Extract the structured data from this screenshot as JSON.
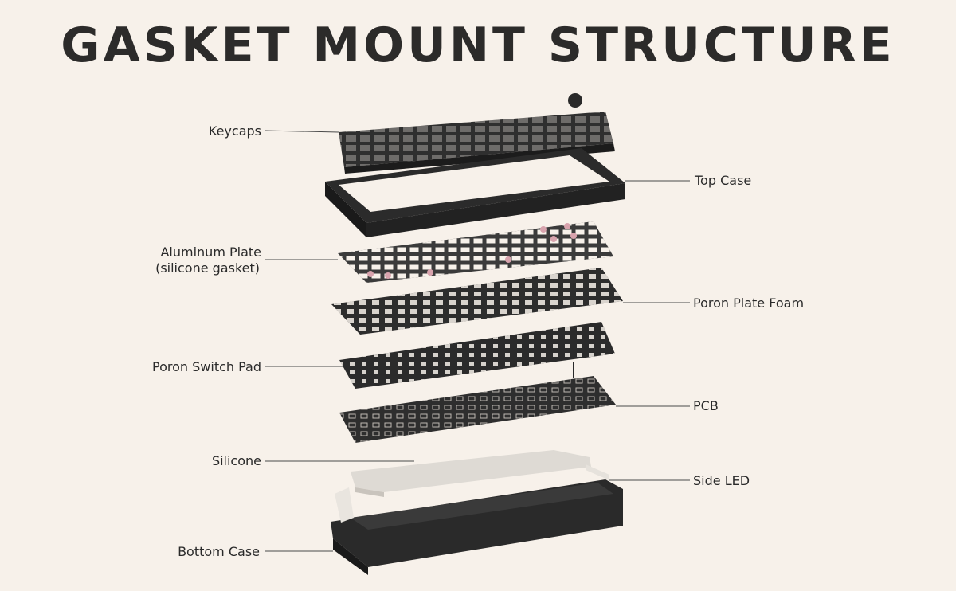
{
  "title": "GASKET MOUNT STRUCTURE",
  "labels": {
    "keycaps": "Keycaps",
    "top_case": "Top Case",
    "aluminum_plate_line1": "Aluminum Plate",
    "aluminum_plate_line2": "(silicone gasket)",
    "poron_plate_foam": "Poron Plate Foam",
    "poron_switch_pad": "Poron Switch Pad",
    "pcb": "PCB",
    "silicone": "Silicone",
    "side_led": "Side LED",
    "bottom_case": "Bottom Case"
  },
  "colors": {
    "background": "#f7f1ea",
    "dark": "#2b2b2b",
    "plate": "#ece8e3",
    "gasket": "#d8a3ad",
    "line": "#4a4a4a"
  }
}
